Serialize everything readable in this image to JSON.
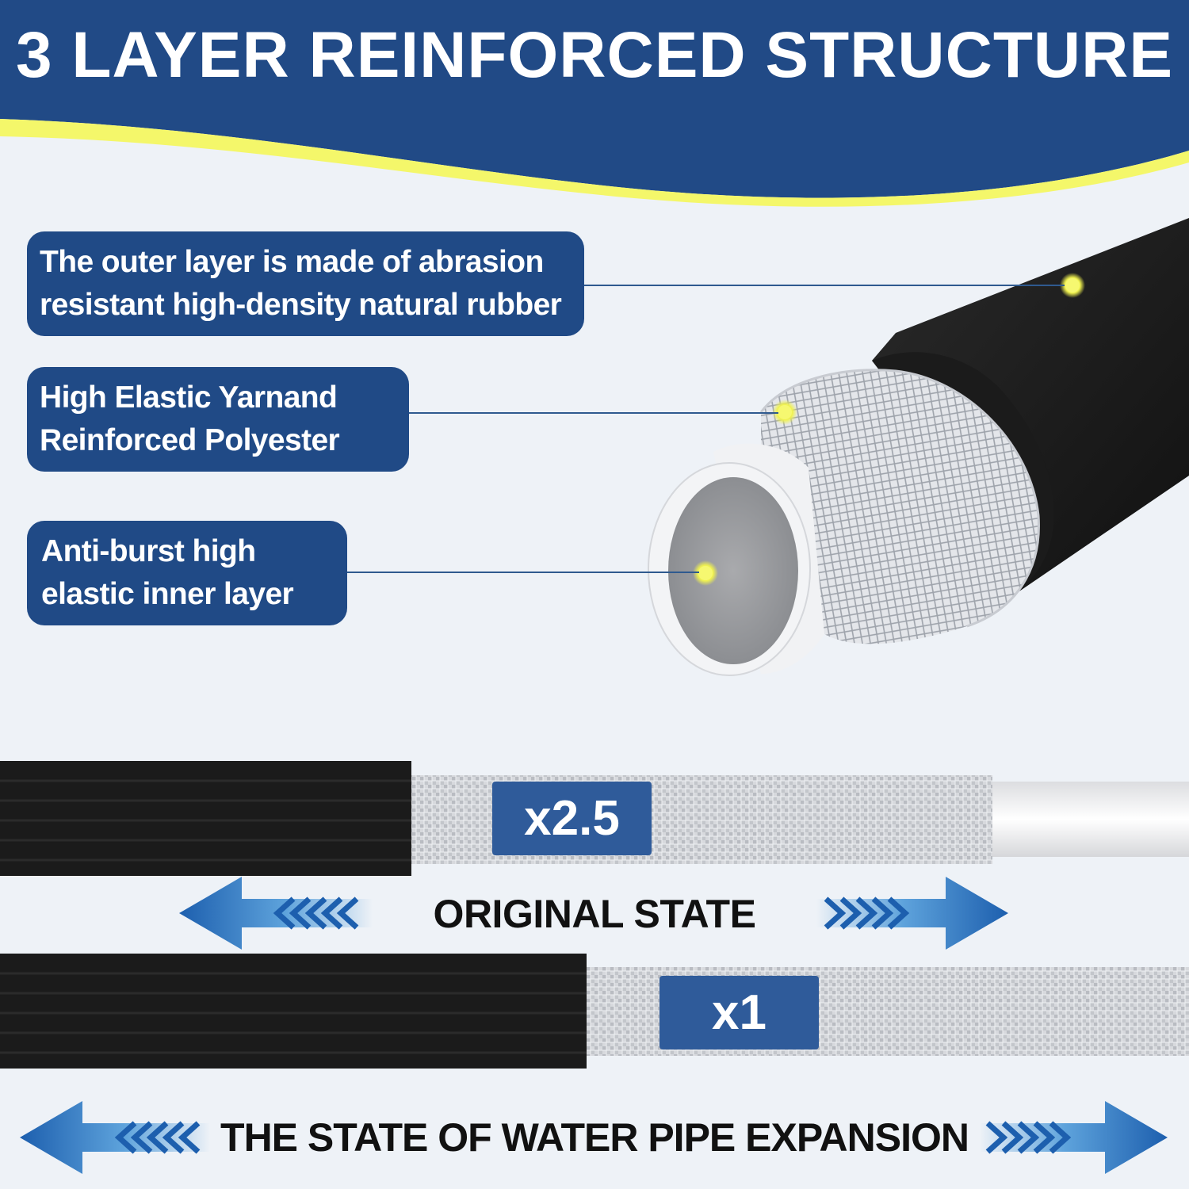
{
  "title": "3 LAYER REINFORCED STRUCTURE",
  "colors": {
    "header_blue": "#214a86",
    "accent_yellow": "#f4f76a",
    "callout_blue": "#204a86",
    "background": "#eef2f7"
  },
  "callouts": {
    "outer": {
      "line1": "The outer layer is made of abrasion",
      "line2": "resistant high-density natural rubber"
    },
    "middle": {
      "line1": "High Elastic Yarnand",
      "line2": "Reinforced Polyester"
    },
    "inner": {
      "line1": "Anti-burst high",
      "line2": "elastic inner layer"
    }
  },
  "expansion": {
    "expanded_badge": "x2.5",
    "original_badge": "x1",
    "original_label": "ORIGINAL STATE",
    "expansion_label": "THE STATE OF WATER PIPE EXPANSION"
  },
  "icons": [
    "arrow-left-icon",
    "arrow-right-icon",
    "chevrons-left-icon",
    "chevrons-right-icon"
  ]
}
